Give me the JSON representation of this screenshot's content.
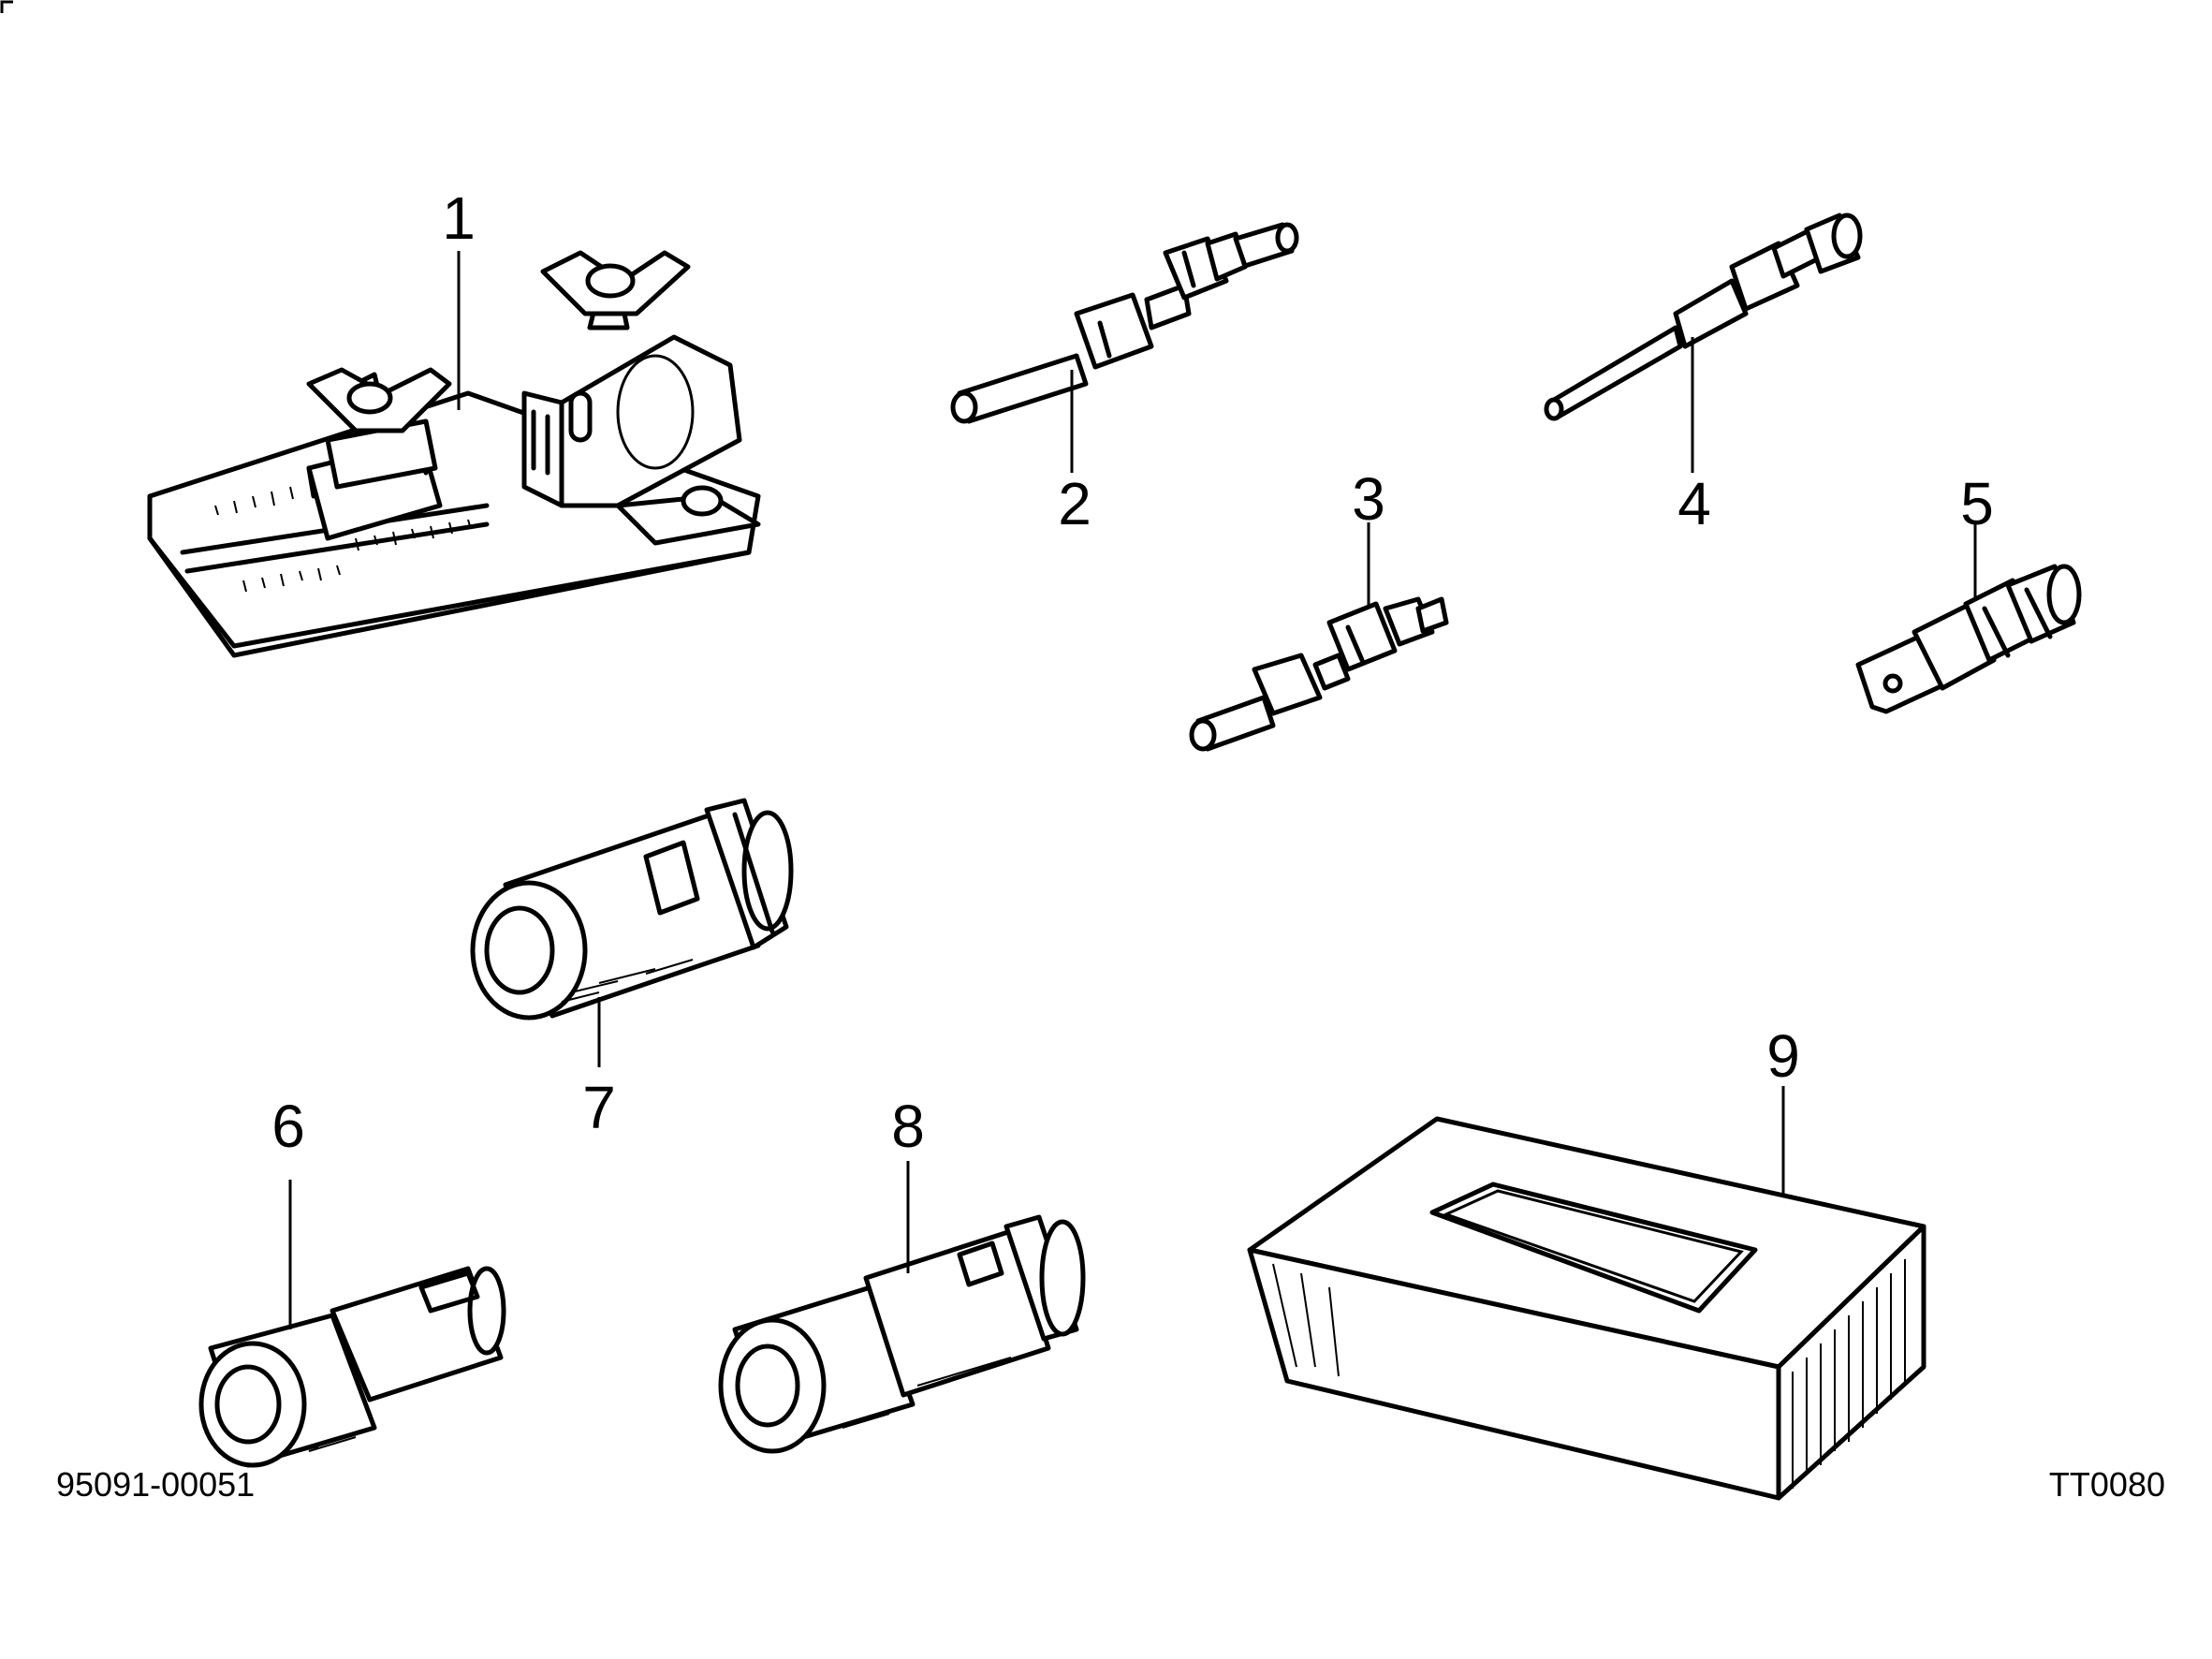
{
  "callouts": {
    "c1": "1",
    "c2": "2",
    "c3": "3",
    "c4": "4",
    "c5": "5",
    "c6": "6",
    "c7": "7",
    "c8": "8",
    "c9": "9"
  },
  "footer": {
    "left_code": "95091-00051",
    "right_code": "TT0080"
  }
}
